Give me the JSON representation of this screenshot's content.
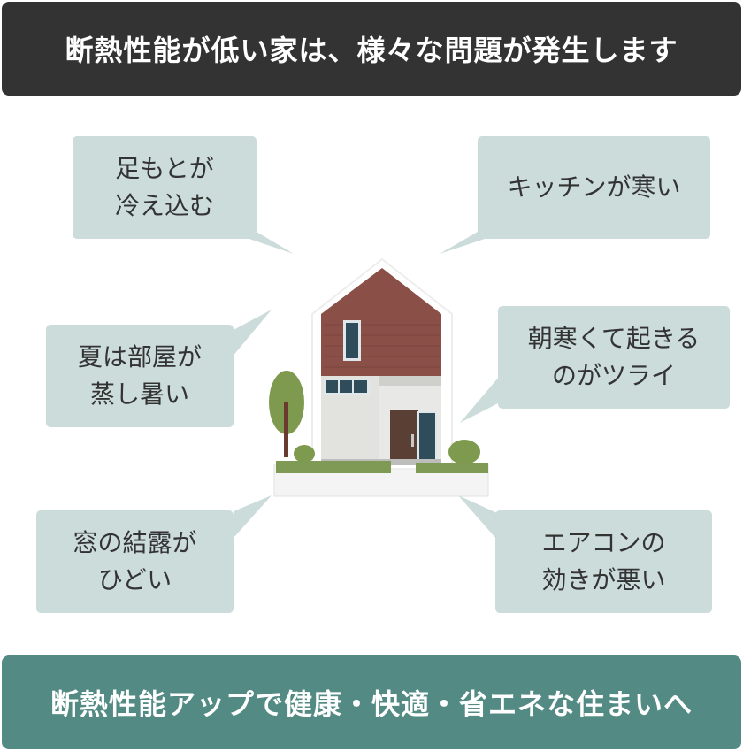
{
  "header": {
    "title": "断熱性能が低い家は、様々な問題が発生します"
  },
  "bubbles": {
    "cold_feet": "足もとが\n冷え込む",
    "kitchen_cold": "キッチンが寒い",
    "summer_hot": "夏は部屋が\n蒸し暑い",
    "morning_hard": "朝寒くて起きる\nのがツライ",
    "condensation": "窓の結露が\nひどい",
    "ac_weak": "エアコンの\n効きが悪い"
  },
  "footer": {
    "message": "断熱性能アップで健康・快適・省エネな住まいへ"
  },
  "colors": {
    "header_bg": "#333333",
    "footer_bg": "#538b84",
    "bubble_bg": "#cbdcdb",
    "roof": "#8a4f46",
    "wall": "#e8e8e6",
    "grass": "#7f9a55"
  },
  "icons": {
    "illustration": "house-icon"
  }
}
